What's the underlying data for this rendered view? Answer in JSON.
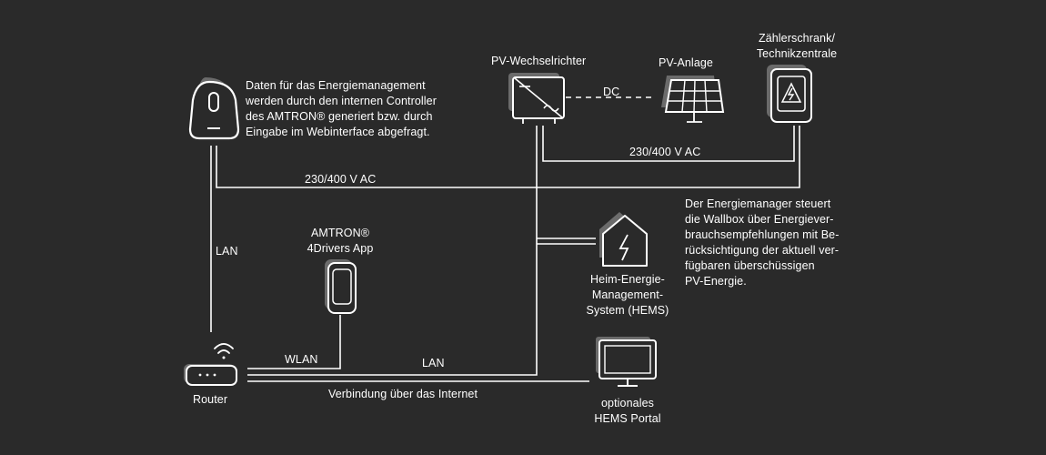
{
  "colors": {
    "background": "#2a2a2a",
    "line": "#ffffff",
    "icon_shadow": "#6b6b6b"
  },
  "devices": {
    "wallbox": {
      "icon": "wallbox-icon"
    },
    "router": {
      "icon": "router-icon",
      "wifi_icon": "wifi-icon",
      "label": "Router"
    },
    "app": {
      "icon": "smartphone-icon",
      "label_line1": "AMTRON®",
      "label_line2": "4Drivers App"
    },
    "inverter": {
      "icon": "inverter-icon",
      "label": "PV-Wechselrichter"
    },
    "pv_system": {
      "icon": "solar-panel-icon",
      "label": "PV-Anlage"
    },
    "meter_cabinet": {
      "icon": "meter-cabinet-icon",
      "label_line1": "Zählerschrank/",
      "label_line2": "Technikzentrale"
    },
    "hems": {
      "icon": "house-bolt-icon",
      "label_line1": "Heim-Energie-",
      "label_line2": "Management-",
      "label_line3": "System (HEMS)"
    },
    "portal": {
      "icon": "monitor-icon",
      "label_line1": "optionales",
      "label_line2": "HEMS Portal"
    }
  },
  "connections": {
    "dc": "DC",
    "ac_top": "230/400 V AC",
    "ac_main": "230/400 V AC",
    "lan_vertical": "LAN",
    "lan_horizontal": "LAN",
    "wlan": "WLAN",
    "internet": "Verbindung über das Internet"
  },
  "notes": {
    "controller": [
      "Daten für das Energiemanagement",
      "werden durch den internen Controller",
      "des AMTRON® generiert bzw. durch",
      "Eingabe im Webinterface abgefragt."
    ],
    "manager": [
      "Der Energiemanager steuert",
      "die Wallbox über Energiever-",
      "brauchsempfehlungen mit Be-",
      "rücksichtigung der aktuell ver-",
      "fügbaren überschüssigen",
      "PV-Energie."
    ]
  }
}
